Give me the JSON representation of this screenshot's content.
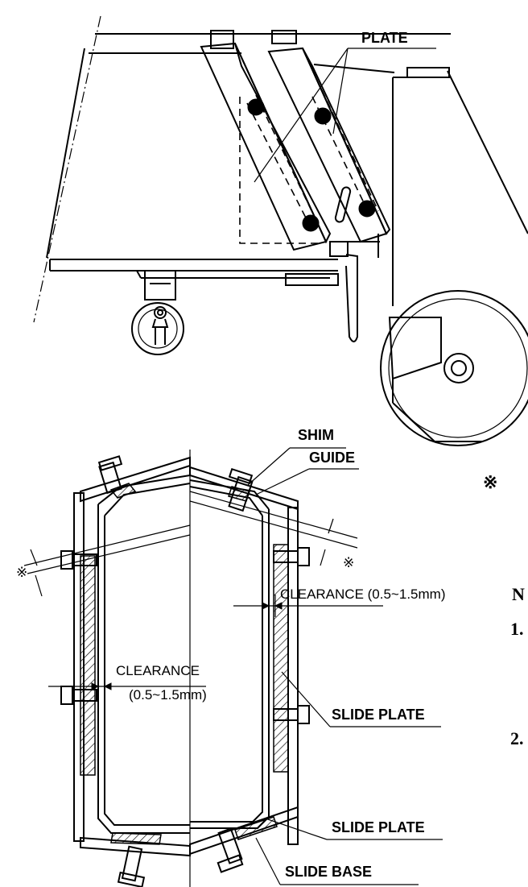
{
  "top_diagram": {
    "plate_label": "PLATE"
  },
  "bottom_diagram": {
    "shim_label": "SHIM",
    "guide_label": "GUIDE",
    "clearance_right_label": "CLEARANCE (0.5~1.5mm)",
    "clearance_left_label": "CLEARANCE",
    "clearance_left_value": "(0.5~1.5mm)",
    "slide_plate_upper_label": "SLIDE PLATE",
    "slide_plate_lower_label": "SLIDE PLATE",
    "slide_base_label": "SLIDE BASE",
    "asterisk_left": "※",
    "asterisk_right": "※"
  },
  "margin_text": {
    "reference_mark": "※",
    "note_letter": "N",
    "item_1": "1.",
    "item_2": "2."
  }
}
